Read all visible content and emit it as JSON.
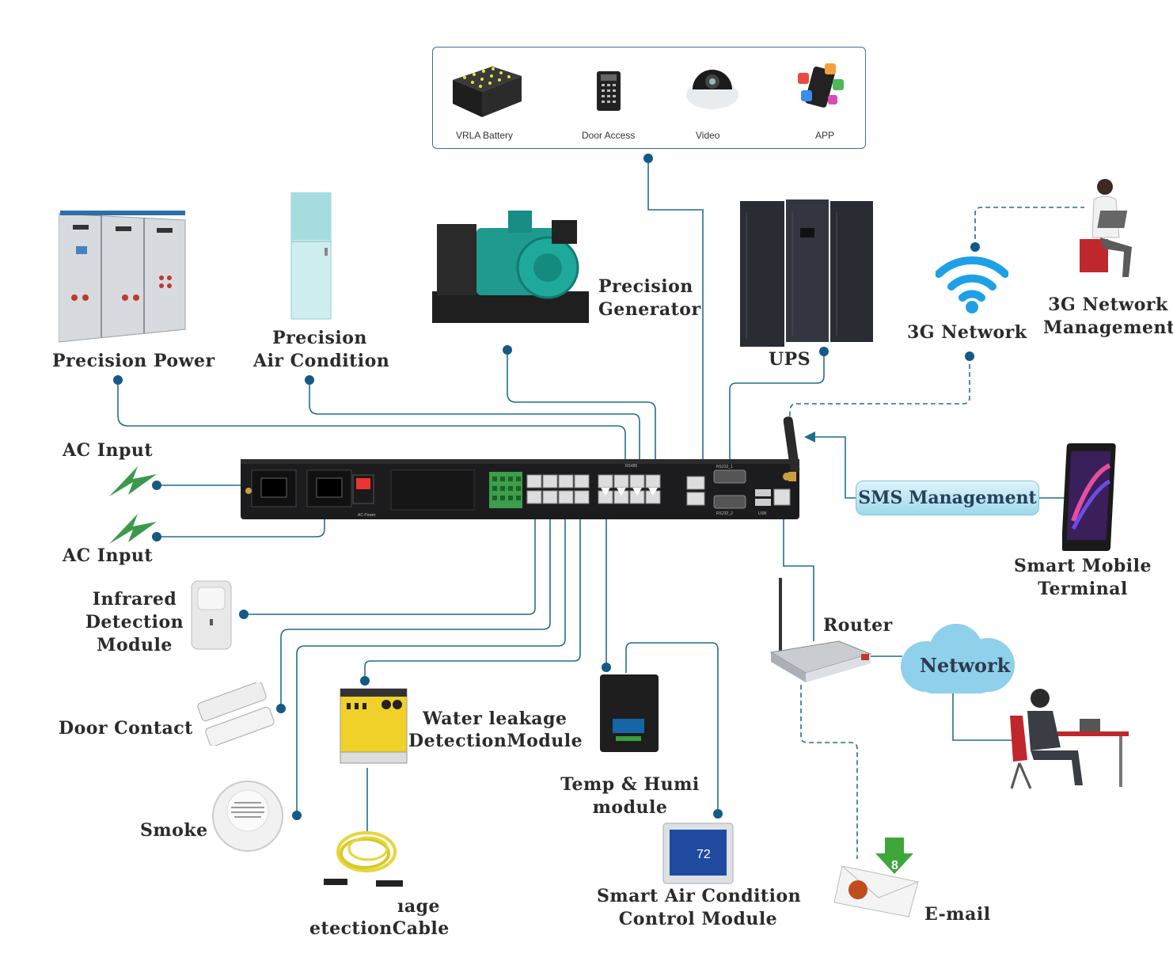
{
  "top_panel": {
    "items": [
      {
        "label": "VRLA Battery",
        "icon": "battery-icon"
      },
      {
        "label": "Door Access",
        "icon": "keypad-icon"
      },
      {
        "label": "Video",
        "icon": "camera-icon"
      },
      {
        "label": "APP",
        "icon": "app-icon"
      }
    ]
  },
  "devices": {
    "precision_power": "Precision Power",
    "precision_air_1": "Precision",
    "precision_air_2": "Air Condition",
    "generator_1": "Precision",
    "generator_2": "Generator",
    "ups": "UPS",
    "network_3g": "3G Network",
    "network_mgmt_1": "3G Network",
    "network_mgmt_2": "Management",
    "ac_input_top": "AC Input",
    "ac_input_bottom": "AC Input",
    "sms": "SMS Management",
    "mobile_1": "Smart Mobile",
    "mobile_2": "Terminal",
    "infrared_1": "Infrared",
    "infrared_2": "Detection",
    "infrared_3": "Module",
    "door_contact": "Door Contact",
    "smoke": "Smoke",
    "water_1": "Water leakage",
    "water_2": "DetectionModule",
    "cable_1": "ıage",
    "cable_2": "etectionCable",
    "temp_1": "Temp & Humi",
    "temp_2": "module",
    "smart_ac_1": "Smart Air Condition",
    "smart_ac_2": "Control Module",
    "router": "Router",
    "network": "Network",
    "email": "E-mail"
  },
  "panel_text": {
    "ac_power": "AC Power",
    "rs485": "RS485",
    "rs232_1": "RS232_1",
    "rs232_2": "RS232_2",
    "usb": "USB",
    "thermostat_value": "72",
    "email_badge": "8"
  },
  "colors": {
    "wire": "#1f6f8f",
    "dot": "#145a85",
    "panel_border": "#3d6f8c",
    "label_text": "#2b2b2b",
    "sms_fill": "#9fd9ea",
    "cloud": "#8fd0ea",
    "wifi": "#1ea0e6",
    "bolt": "#3b9a4a"
  }
}
